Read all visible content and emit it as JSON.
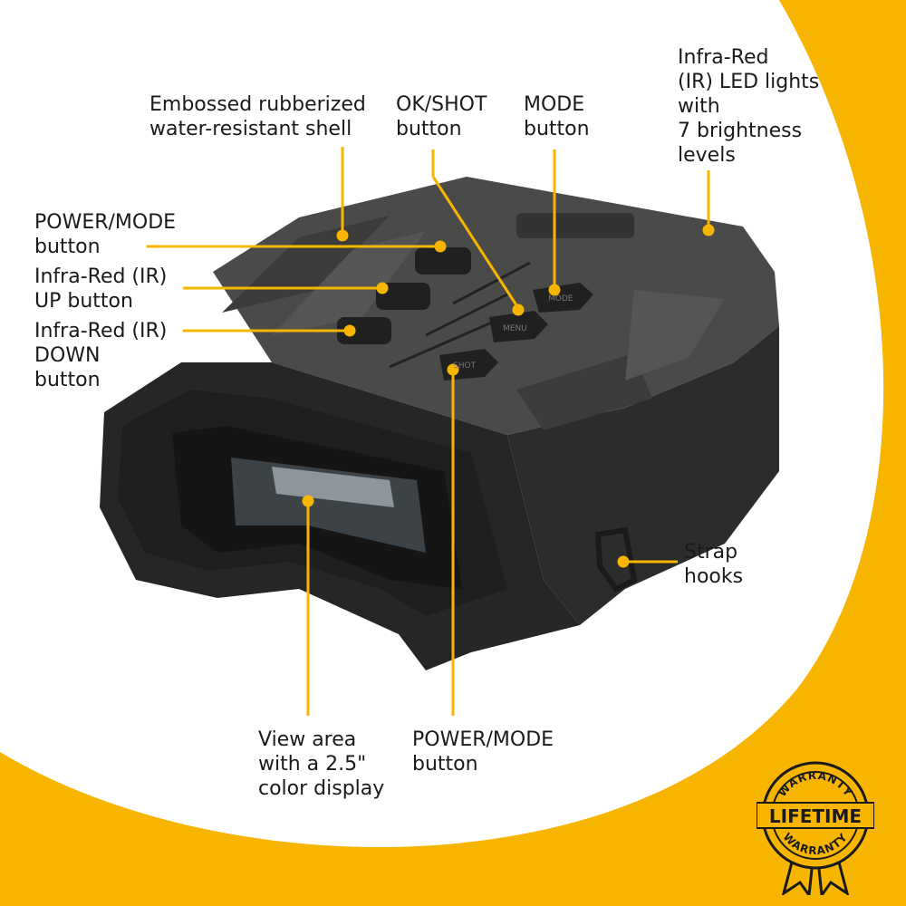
{
  "callouts": {
    "shell": "Embossed rubberized\nwater-resistant shell",
    "ok_shot": "OK/SHOT\nbutton",
    "mode": "MODE\nbutton",
    "ir_leds": "Infra-Red\n(IR) LED lights\nwith\n7 brightness\nlevels",
    "power_mode_top": "POWER/MODE\nbutton",
    "ir_up": "Infra-Red (IR)\nUP button",
    "ir_down": "Infra-Red (IR)\nDOWN\nbutton",
    "strap": "Strap\nhooks",
    "view_area": "View area\nwith a 2.5\"\ncolor display",
    "power_mode_bottom": "POWER/MODE\nbutton"
  },
  "device_buttons": {
    "menu": "MENU",
    "shot": "SHOT",
    "mode": "MODE"
  },
  "badge": {
    "top_text": "WARRANTY",
    "center_text": "LIFETIME",
    "bottom_text": "WARRANTY"
  },
  "colors": {
    "accent": "#F7B500",
    "device": "#3a3a3a",
    "text": "#1a1a1a"
  }
}
